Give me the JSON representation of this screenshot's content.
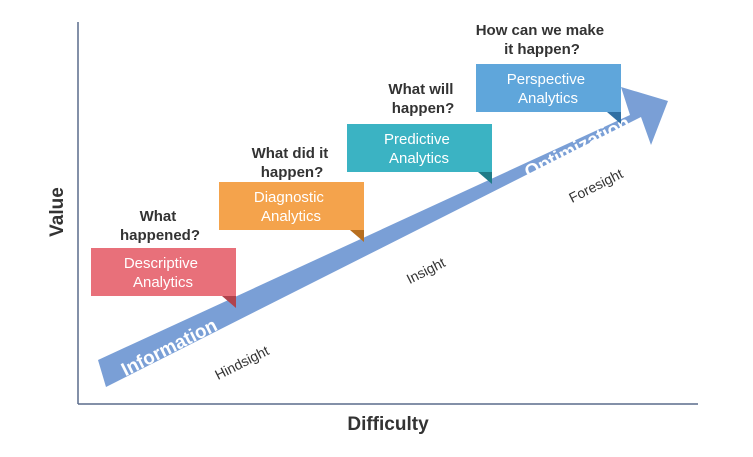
{
  "axes": {
    "x_title": "Difficulty",
    "y_title": "Value"
  },
  "arrow": {
    "start_label": "Information",
    "end_label": "Optimization",
    "color": "#7a9fd6"
  },
  "sights": [
    "Hindsight",
    "Insight",
    "Foresight"
  ],
  "stages": [
    {
      "question": [
        "What",
        "happened?"
      ],
      "label": [
        "Descriptive",
        "Analytics"
      ],
      "color": "#e8707a",
      "fold": "#b0434d"
    },
    {
      "question": [
        "What did it",
        "happen?"
      ],
      "label": [
        "Diagnostic",
        "Analytics"
      ],
      "color": "#f4a34c",
      "fold": "#b86f1f"
    },
    {
      "question": [
        "What will",
        "happen?"
      ],
      "label": [
        "Predictive",
        "Analytics"
      ],
      "color": "#3bb3c3",
      "fold": "#1f7c88"
    },
    {
      "question": [
        "How can we make",
        "it happen?"
      ],
      "label": [
        "Perspective",
        "Analytics"
      ],
      "color": "#5fa6db",
      "fold": "#2f6fa3"
    }
  ]
}
